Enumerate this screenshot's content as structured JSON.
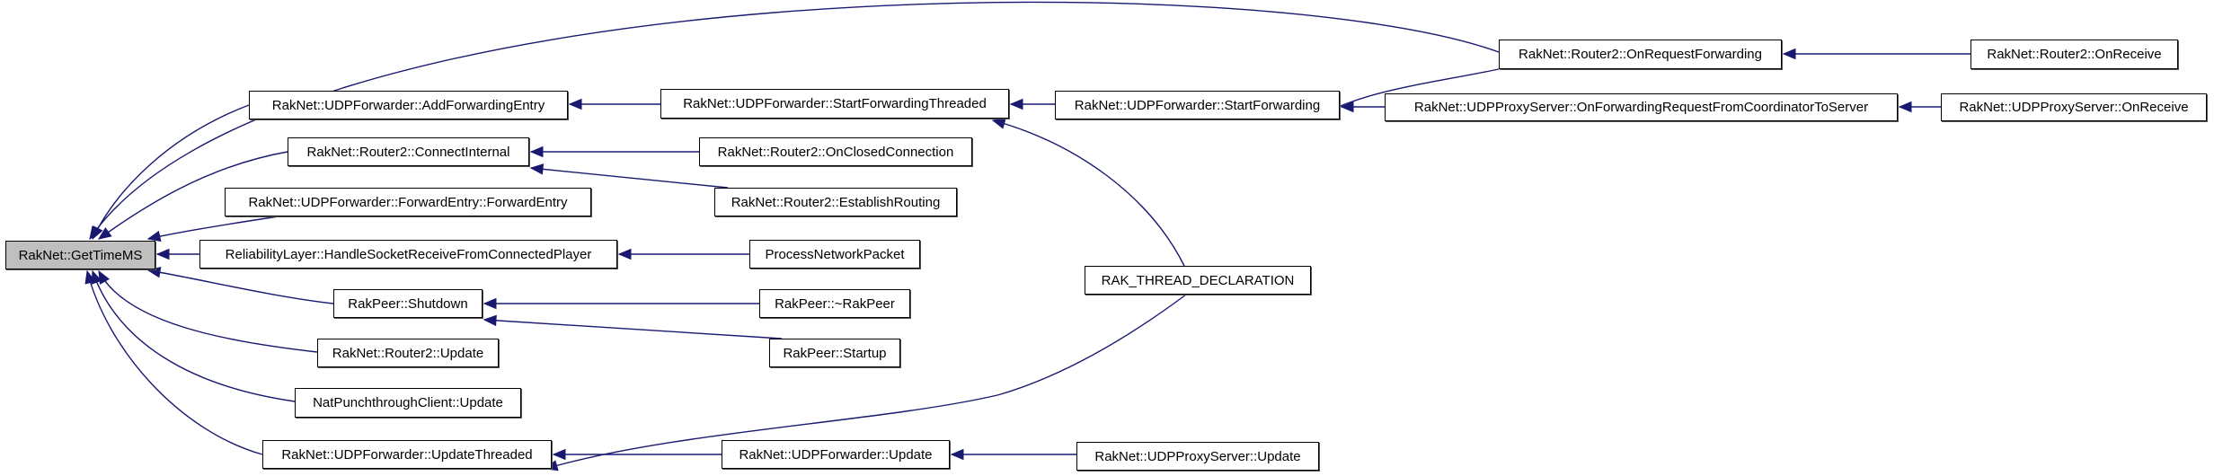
{
  "diagram": {
    "type": "doxygen-caller-graph",
    "root": "n0",
    "colors": {
      "edge": "#191970",
      "root_fill": "#bfbfbf",
      "node_fill": "#ffffff",
      "border": "#000000"
    },
    "nodes": [
      {
        "id": "n0",
        "label": "RakNet::GetTimeMS"
      },
      {
        "id": "n1",
        "label": "RakNet::UDPForwarder::AddForwardingEntry"
      },
      {
        "id": "n2",
        "label": "RakNet::Router2::ConnectInternal"
      },
      {
        "id": "n3",
        "label": "RakNet::UDPForwarder::ForwardEntry::ForwardEntry"
      },
      {
        "id": "n4",
        "label": "ReliabilityLayer::HandleSocketReceiveFromConnectedPlayer"
      },
      {
        "id": "n5",
        "label": "RakPeer::Shutdown"
      },
      {
        "id": "n6",
        "label": "RakNet::Router2::Update"
      },
      {
        "id": "n7",
        "label": "NatPunchthroughClient::Update"
      },
      {
        "id": "n8",
        "label": "RakNet::UDPForwarder::UpdateThreaded"
      },
      {
        "id": "n9",
        "label": "RakNet::UDPForwarder::StartForwardingThreaded"
      },
      {
        "id": "n10",
        "label": "RakNet::Router2::OnClosedConnection"
      },
      {
        "id": "n11",
        "label": "RakNet::Router2::EstablishRouting"
      },
      {
        "id": "n12",
        "label": "ProcessNetworkPacket"
      },
      {
        "id": "n13",
        "label": "RakPeer::~RakPeer"
      },
      {
        "id": "n14",
        "label": "RakPeer::Startup"
      },
      {
        "id": "n15",
        "label": "RakNet::UDPForwarder::Update"
      },
      {
        "id": "n16",
        "label": "RakNet::UDPForwarder::StartForwarding"
      },
      {
        "id": "n17",
        "label": "RAK_THREAD_DECLARATION"
      },
      {
        "id": "n18",
        "label": "RakNet::UDPProxyServer::Update"
      },
      {
        "id": "n19",
        "label": "RakNet::Router2::OnRequestForwarding"
      },
      {
        "id": "n20",
        "label": "RakNet::UDPProxyServer::OnForwardingRequestFromCoordinatorToServer"
      },
      {
        "id": "n21",
        "label": "RakNet::Router2::OnReceive"
      },
      {
        "id": "n22",
        "label": "RakNet::UDPProxyServer::OnReceive"
      }
    ],
    "edges": [
      {
        "from": "n19",
        "to": "n0"
      },
      {
        "from": "n1",
        "to": "n0"
      },
      {
        "from": "n2",
        "to": "n0"
      },
      {
        "from": "n3",
        "to": "n0"
      },
      {
        "from": "n4",
        "to": "n0"
      },
      {
        "from": "n5",
        "to": "n0"
      },
      {
        "from": "n6",
        "to": "n0"
      },
      {
        "from": "n7",
        "to": "n0"
      },
      {
        "from": "n8",
        "to": "n0"
      },
      {
        "from": "n9",
        "to": "n1"
      },
      {
        "from": "n10",
        "to": "n2"
      },
      {
        "from": "n11",
        "to": "n2"
      },
      {
        "from": "n12",
        "to": "n4"
      },
      {
        "from": "n13",
        "to": "n5"
      },
      {
        "from": "n14",
        "to": "n5"
      },
      {
        "from": "n17",
        "to": "n8"
      },
      {
        "from": "n15",
        "to": "n8"
      },
      {
        "from": "n16",
        "to": "n9"
      },
      {
        "from": "n17",
        "to": "n9"
      },
      {
        "from": "n18",
        "to": "n15"
      },
      {
        "from": "n19",
        "to": "n16"
      },
      {
        "from": "n20",
        "to": "n16"
      },
      {
        "from": "n21",
        "to": "n19"
      },
      {
        "from": "n22",
        "to": "n20"
      }
    ]
  }
}
